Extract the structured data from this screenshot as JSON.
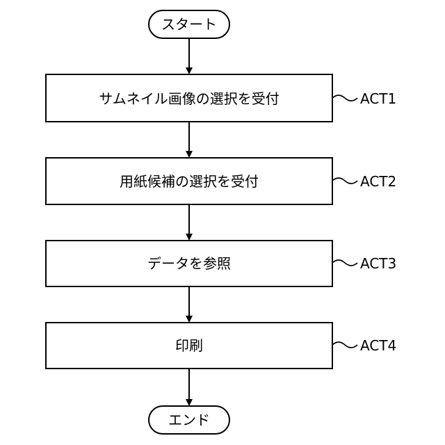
{
  "flowchart": {
    "start_label": "スタート",
    "end_label": "エンド",
    "steps": [
      {
        "text": "サムネイル画像の選択を受付",
        "act": "ACT1"
      },
      {
        "text": "用紙候補の選択を受付",
        "act": "ACT2"
      },
      {
        "text": "データを参照",
        "act": "ACT3"
      },
      {
        "text": "印刷",
        "act": "ACT4"
      }
    ]
  }
}
